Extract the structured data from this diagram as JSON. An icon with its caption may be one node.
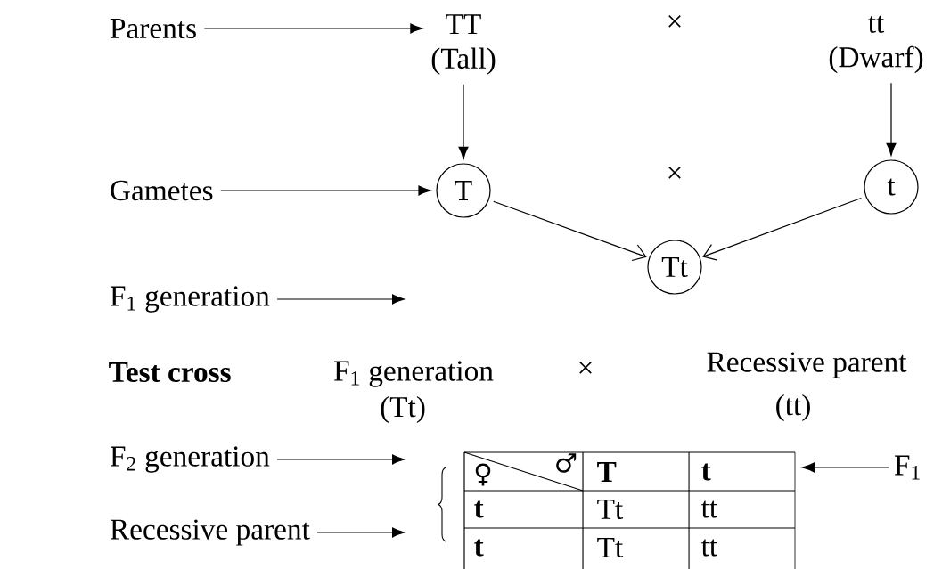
{
  "diagram": {
    "nodes": [
      {
        "text": [
          "Parents"
        ]
      },
      {
        "text": [
          "TT",
          "(Tall)"
        ]
      },
      {
        "text": [
          "tt",
          "(Dwarf)"
        ]
      },
      {
        "text": [
          "Gametes"
        ]
      },
      {
        "text": [
          "T"
        ]
      },
      {
        "text": [
          "t"
        ]
      },
      {
        "text": [
          "F$_{1}$ generation"
        ]
      },
      {
        "text": [
          "Tt"
        ]
      },
      {
        "text": [
          "F$_{2}$ generation"
        ]
      },
      {
        "text": [
          "Recessive parent"
        ]
      },
      {
        "text": [
          "F$_{1}$"
        ]
      }
    ],
    "edges": [
      {
        "from": 0,
        "to": 1,
        "arrow": "to"
      },
      {
        "from": 1,
        "to": 4,
        "arrow": "to"
      },
      {
        "from": 2,
        "to": 5,
        "arrow": "to"
      },
      {
        "from": 3,
        "to": 4,
        "arrow": "to"
      },
      {
        "from": 4,
        "to": 7,
        "arrow": "to"
      },
      {
        "from": 5,
        "to": 7,
        "arrow": "to"
      },
      {
        "from": 6,
        "to": null,
        "arrow": "to"
      },
      {
        "from": 8,
        "to": null,
        "arrow": "to"
      },
      {
        "from": 9,
        "to": null,
        "arrow": "to"
      },
      {
        "from": 10,
        "to": null,
        "arrow": "to"
      }
    ],
    "labels": [
      "×",
      "×",
      "Test cross",
      "F$_{1}$ generation",
      "(Tt)",
      "×",
      "Recessive parent",
      "(tt)",
      "♀",
      "♂",
      "T",
      "t",
      "t",
      "Tt",
      "tt",
      "t",
      "Tt",
      "tt"
    ]
  }
}
